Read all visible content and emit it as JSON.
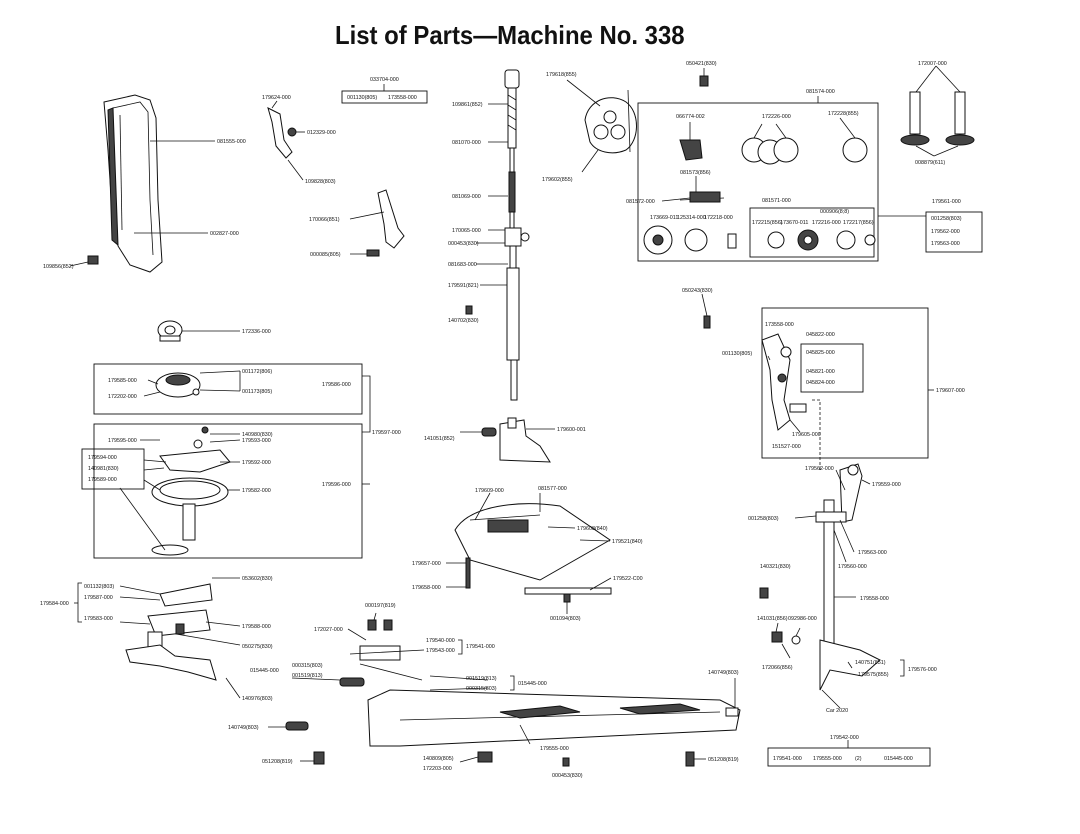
{
  "title": "List of Parts—Machine No. 338",
  "labels": {
    "p179624": "179624-000",
    "p033704": "033704-000",
    "p001130a": "001130(805)",
    "p173558a": "173558-000",
    "p012329": "012329-000",
    "p081555": "081555-000",
    "p109828": "109828(803)",
    "p002827": "002827-000",
    "p109856": "109856(852)",
    "p170066": "170066(851)",
    "p000085": "000085(805)",
    "p172336": "172336-000",
    "p179585": "179585-000",
    "p001172": "001172(806)",
    "p001173": "001173(805)",
    "p172202": "172202-000",
    "p179586": "179586-000",
    "p140980": "140980(830)",
    "p179593": "179593-000",
    "p179595": "179595-000",
    "p179594": "179594-000",
    "p140981": "140981(830)",
    "p179589": "179589-000",
    "p179592": "179592-000",
    "p179582": "179582-000",
    "p179596": "179596-000",
    "p179597": "179597-000",
    "p053602": "053602(830)",
    "p001132": "001132(803)",
    "p179587": "179587-000",
    "p179584": "179584-000",
    "p179583": "179583-000",
    "p179588": "179588-000",
    "p050275": "050275(830)",
    "p015445a": "015445-000",
    "p000315a": "000315(803)",
    "p001519a": "001519(813)",
    "p140976": "140976(803)",
    "p140749a": "140749(803)",
    "p051208a": "051208(819)",
    "p179618": "179618(855)",
    "p109861": "109861(852)",
    "p081070": "081070-000",
    "p179602": "179602(855)",
    "p081069": "081069-000",
    "p170065": "170065-000",
    "p000453a": "000453(830)",
    "p081683": "081683-000",
    "p179591": "179591(821)",
    "p140702": "140702(830)",
    "p141051": "141051(852)",
    "p179600": "179600-001",
    "p179609": "179609-000",
    "p081577": "081577-000",
    "p179608": "179608(840)",
    "p179521": "179521(840)",
    "p179657": "179657-000",
    "p179658": "179658-000",
    "p179522": "179522-C00",
    "p001094": "001094(803)",
    "p000197": "000197(819)",
    "p172027": "172027-000",
    "p179540": "179540-000",
    "p179543": "179543-000",
    "p179541a": "179541-000",
    "p001519b": "001519(813)",
    "p000315b": "000315(803)",
    "p015445b": "015445-000",
    "p140809": "140809(805)",
    "p172203": "172203-000",
    "p179555a": "179555-000",
    "p000453b": "000453(830)",
    "p051208b": "051208(819)",
    "p050421": "050421(830)",
    "p172007": "172007-000",
    "p081574": "081574-000",
    "p066774": "066774-002",
    "p172226": "172226-000",
    "p172228": "172228(855)",
    "p008879": "008879(611)",
    "p081573": "081573(856)",
    "p081572": "081572-000",
    "p081571": "081571-000",
    "p000906": "000906(8;8)",
    "p173669": "173669-011",
    "p125314": "125314-000",
    "p172218": "172218-000",
    "p172215": "172215(856)",
    "p173670": "173670-011",
    "p172216": "172216-000",
    "p172217": "172217(856)",
    "p179561": "179561-000",
    "p001258a": "001258(803)",
    "p179562a": "179562-000",
    "p179563a": "179563-000",
    "p050243": "050243(830)",
    "p173558b": "173558-000",
    "p045822": "045822-000",
    "p001130b": "001130(805)",
    "p045825": "045825-000",
    "p045821": "045821-000",
    "p045824": "045824-000",
    "p179607": "179607-000",
    "p179605": "179605-000",
    "p151527": "151527-000",
    "p179562b": "179562-000",
    "p179559": "179559-000",
    "p001258b": "001258(803)",
    "p179563b": "179563-000",
    "p179560": "179560-000",
    "p140321": "140321(830)",
    "p179558": "179558-000",
    "p141031": "141031(856)",
    "p092986": "092986-000",
    "p140751": "140751(851)",
    "p172066": "172066(856)",
    "p179575": "179575(855)",
    "p179576": "179576-000",
    "p140749b": "140749(803)",
    "p020": "Car 2020",
    "p179542": "179542-000",
    "p179541b": "179541-000",
    "p179555b": "179555-000",
    "qty2": "(2)",
    "p015445c": "015445-000"
  }
}
